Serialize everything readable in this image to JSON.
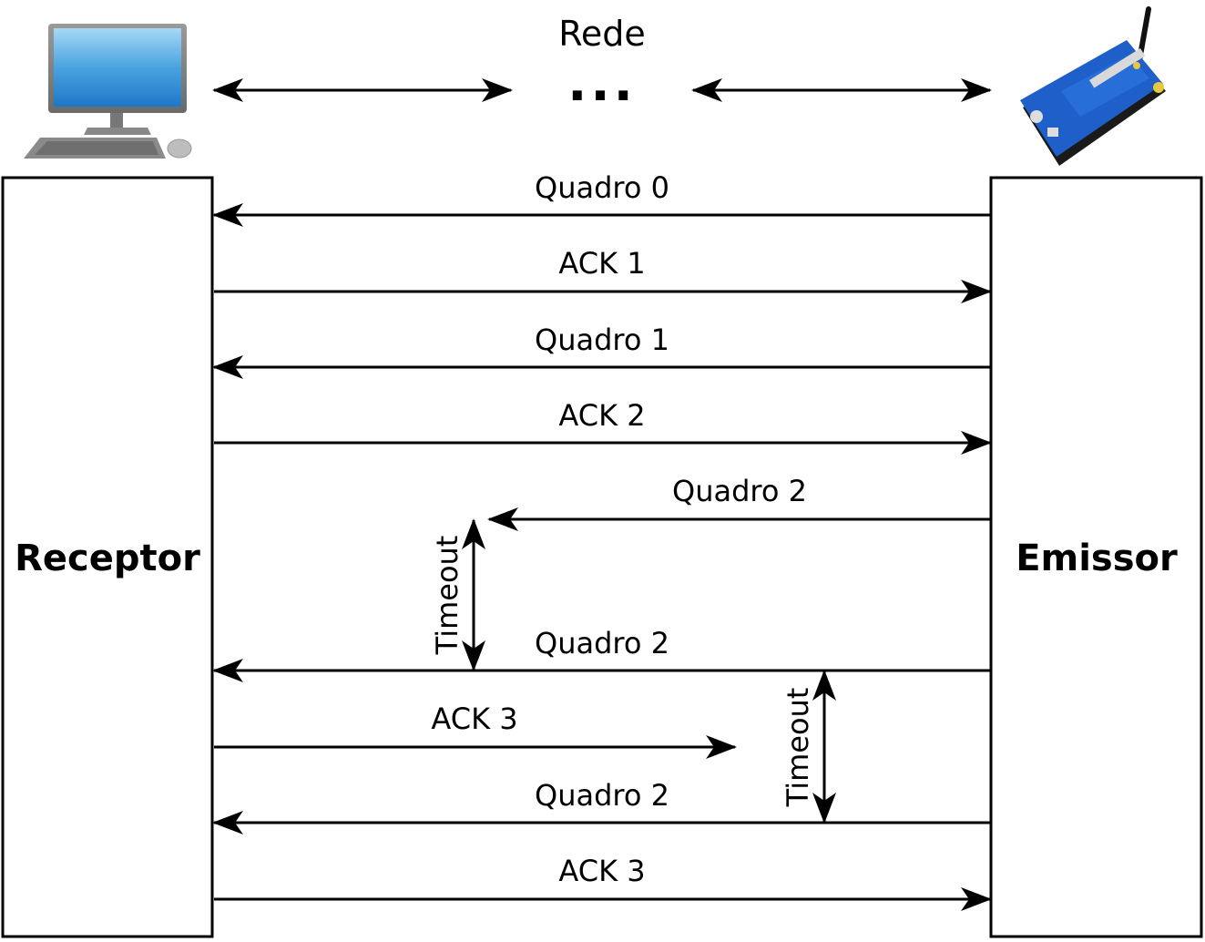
{
  "network": {
    "label": "Rede",
    "ellipsis": "..."
  },
  "receptor": {
    "label": "Receptor",
    "icon": "desktop-computer-icon"
  },
  "emissor": {
    "label": "Emissor",
    "icon": "sensor-board-antenna-icon"
  },
  "messages": [
    {
      "label": "Quadro 0",
      "direction": "to-receptor",
      "complete": true
    },
    {
      "label": "ACK 1",
      "direction": "to-emissor",
      "complete": true
    },
    {
      "label": "Quadro 1",
      "direction": "to-receptor",
      "complete": true
    },
    {
      "label": "ACK 2",
      "direction": "to-emissor",
      "complete": true
    },
    {
      "label": "Quadro 2",
      "direction": "to-receptor",
      "complete": false
    },
    {
      "label": "Quadro 2",
      "direction": "to-receptor",
      "complete": true
    },
    {
      "label": "ACK 3",
      "direction": "to-emissor",
      "complete": false
    },
    {
      "label": "Quadro 2",
      "direction": "to-receptor",
      "complete": true
    },
    {
      "label": "ACK 3",
      "direction": "to-emissor",
      "complete": true
    }
  ],
  "timeouts": [
    {
      "label": "Timeout"
    },
    {
      "label": "Timeout"
    }
  ]
}
